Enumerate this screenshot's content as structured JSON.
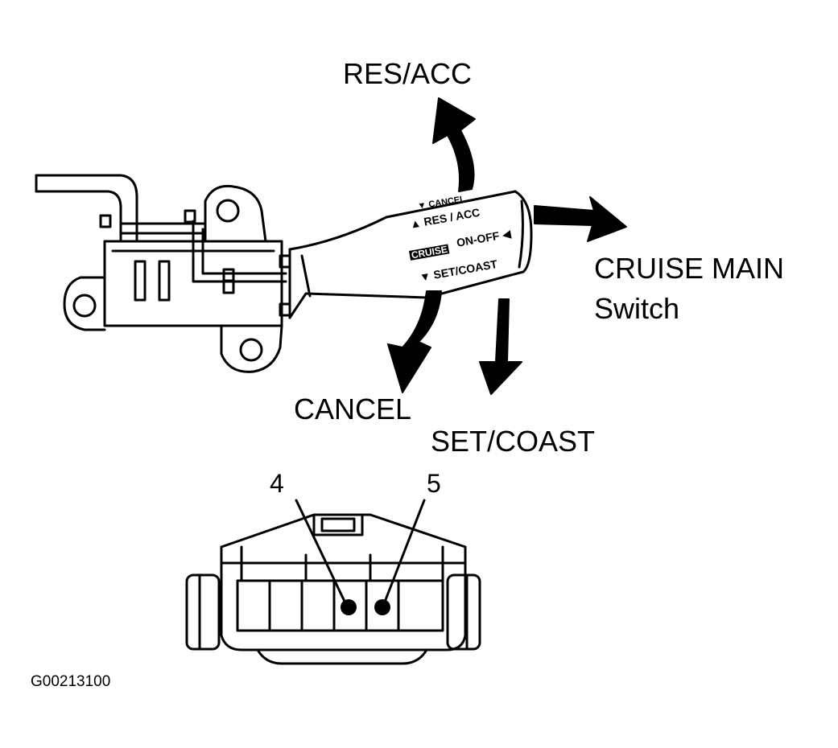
{
  "labels": {
    "res_acc": "RES/ACC",
    "cruise_main_line1": "CRUISE MAIN",
    "cruise_main_line2": "Switch",
    "cancel": "CANCEL",
    "set_coast": "SET/COAST",
    "pin_4": "4",
    "pin_5": "5",
    "figure_code": "G00213100"
  },
  "lever_markings": {
    "cancel": "▼ CANCEL",
    "res_acc": "▲ RES / ACC",
    "cruise_badge": "CRUISE",
    "on_off": "ON-OFF ◀",
    "set_coast": "▼ SET/COAST"
  },
  "colors": {
    "line": "#000000",
    "background": "#ffffff"
  }
}
